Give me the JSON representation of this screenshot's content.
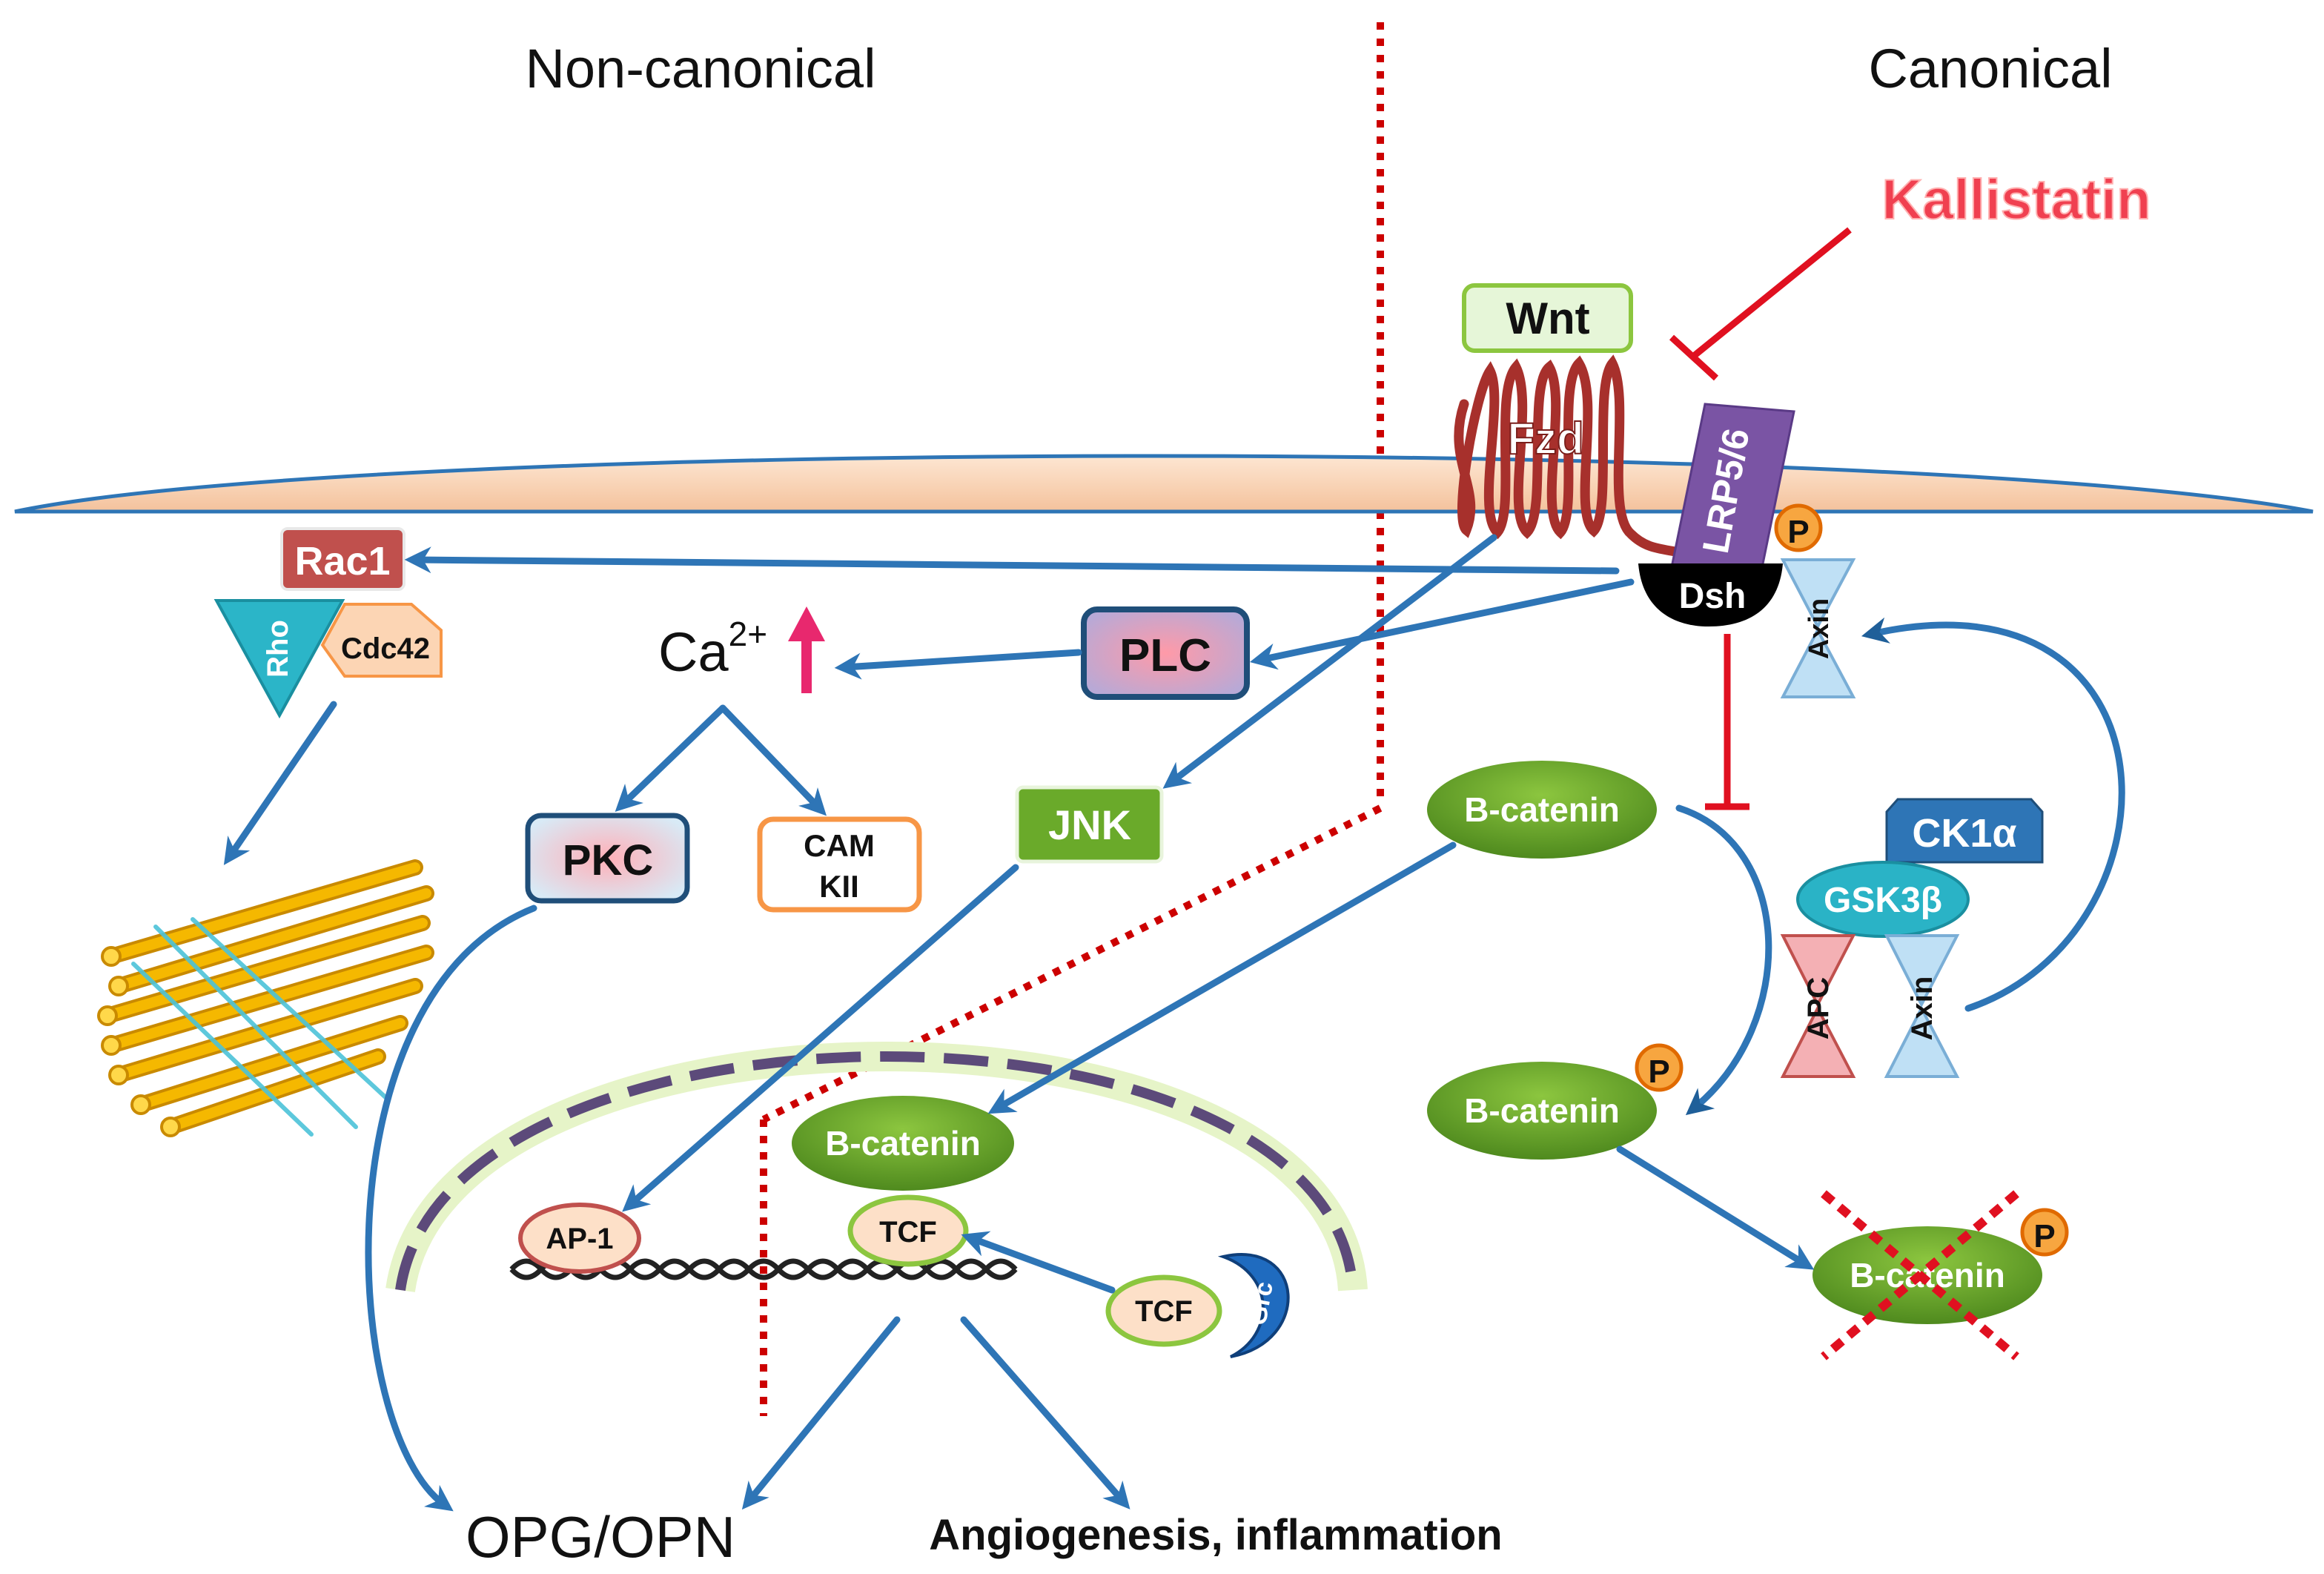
{
  "headings": {
    "noncanonical": "Non-canonical",
    "canonical": "Canonical"
  },
  "inhibitor": "Kallistatin",
  "receptors": {
    "wnt": "Wnt",
    "fzd": "Fzd",
    "lrp": "LRP5/6",
    "dsh": "Dsh",
    "p": "P"
  },
  "noncanonical_nodes": {
    "rac1": "Rac1",
    "rho": "Rho",
    "cdc42": "Cdc42",
    "ca": "Ca",
    "ca_sup": "2+",
    "plc": "PLC",
    "pkc": "PKC",
    "camk_1": "CAM",
    "camk_2": "KII",
    "jnk": "JNK",
    "ap1": "AP-1"
  },
  "canonical_nodes": {
    "bcat_free": "B-catenin",
    "ck1a": "CK1α",
    "gsk3b": "GSK3β",
    "apc": "APC",
    "axin": "Axin",
    "bcat_p": "B-catenin",
    "bcat_degraded": "B-catenin",
    "p": "P"
  },
  "nucleus": {
    "bcat": "B-catenin",
    "tcf": "TCF",
    "tcf2": "TCF",
    "grg": "Grc"
  },
  "outputs": {
    "opg": "OPG/OPN",
    "angio": "Angiogenesis, inflammation"
  },
  "colors": {
    "arrow": "#2e75b6",
    "inhibit": "#e01020",
    "divider": "#cc0000",
    "green_node": "#6aaa2a",
    "membrane": "#f8d6b8",
    "fzd": "#a7302c",
    "lrp": "#7a54a4",
    "rac1": "#c0504d",
    "rho": "#2bb5c8",
    "plc": "#8064a2"
  }
}
